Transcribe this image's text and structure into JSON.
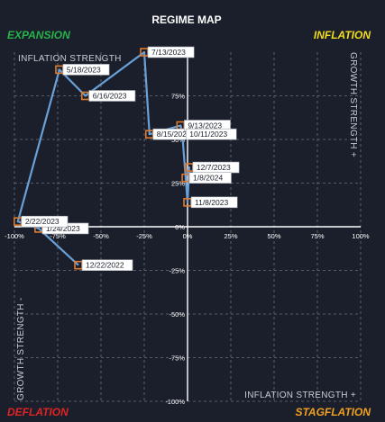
{
  "chart_data": {
    "type": "scatter",
    "title": "REGIME MAP",
    "quadrants": {
      "top_left": {
        "label": "EXPANSION",
        "color": "#27b34a"
      },
      "top_right": {
        "label": "INFLATION",
        "color": "#f2dc1c"
      },
      "bottom_left": {
        "label": "DEFLATION",
        "color": "#e02424"
      },
      "bottom_right": {
        "label": "STAGFLATION",
        "color": "#f0a020"
      }
    },
    "xlabel_top": "INFLATION STRENGTH",
    "xlabel_bottom": "INFLATION STRENGTH +",
    "ylabel_right": "GROWTH STRENGTH +",
    "ylabel_left": "GROWTH STRENGTH -",
    "xlim": [
      -100,
      100
    ],
    "ylim": [
      -100,
      100
    ],
    "x_ticks": [
      {
        "v": -100,
        "label": "-100%"
      },
      {
        "v": -75,
        "label": "-75%"
      },
      {
        "v": -50,
        "label": "-50%"
      },
      {
        "v": -25,
        "label": "-25%"
      },
      {
        "v": 0,
        "label": "0%"
      },
      {
        "v": 25,
        "label": "25%"
      },
      {
        "v": 50,
        "label": "50%"
      },
      {
        "v": 75,
        "label": "75%"
      },
      {
        "v": 100,
        "label": "100%"
      }
    ],
    "y_ticks": [
      {
        "v": 75,
        "label": "75%"
      },
      {
        "v": 50,
        "label": "50%"
      },
      {
        "v": 25,
        "label": "25%"
      },
      {
        "v": 0,
        "label": "0%"
      },
      {
        "v": -25,
        "label": "-25%"
      },
      {
        "v": -50,
        "label": "-50%"
      },
      {
        "v": -75,
        "label": "-75%"
      },
      {
        "v": -100,
        "label": "-100%"
      }
    ],
    "grid": true,
    "series": [
      {
        "color": "#6aa0d8",
        "marker_color": "#e07a2e",
        "points": [
          {
            "label": "12/22/2022",
            "x": -63,
            "y": -22
          },
          {
            "label": "1/24/2023",
            "x": -86,
            "y": -1
          },
          {
            "label": "2/22/2023",
            "x": -98,
            "y": 3
          },
          {
            "label": "5/18/2023",
            "x": -74,
            "y": 90
          },
          {
            "label": "6/16/2023",
            "x": -59,
            "y": 75
          },
          {
            "label": "7/13/2023",
            "x": -25,
            "y": 100
          },
          {
            "label": "8/15/2023",
            "x": -22,
            "y": 53
          },
          {
            "label": "9/13/2023",
            "x": -4,
            "y": 58
          },
          {
            "label": "10/11/2023",
            "x": -3,
            "y": 53
          },
          {
            "label": "11/8/2023",
            "x": 0,
            "y": 14
          },
          {
            "label": "12/7/2023",
            "x": 1,
            "y": 34
          },
          {
            "label": "1/8/2024",
            "x": -1,
            "y": 28
          }
        ]
      }
    ]
  }
}
